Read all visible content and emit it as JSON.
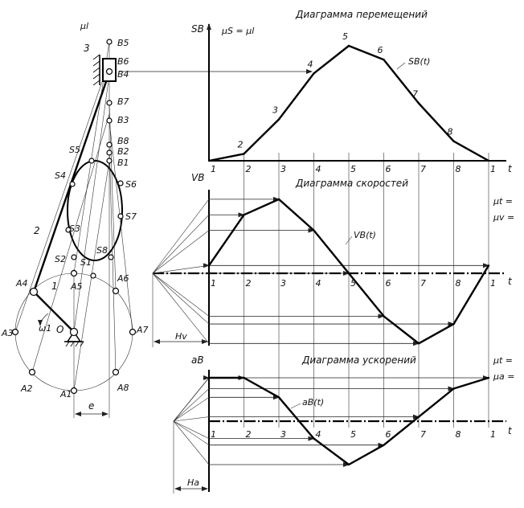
{
  "titles": {
    "displacement": "Диаграмма перемещений",
    "velocity": "Диаграмма скоростей",
    "acceleration": "Диаграмма ускорений"
  },
  "scales": {
    "mu_l": "μl",
    "mu_s_eq": "μS = μl",
    "mu_t_1": "μt =",
    "mu_v": "μv =",
    "mu_t_2": "μt =",
    "mu_a": "μa ="
  },
  "axes": {
    "s_b": "SB",
    "v_b": "VB",
    "a_b": "aB",
    "t": "t",
    "h_v": "Hv",
    "h_a": "Ha"
  },
  "curve_labels": {
    "s": "SB(t)",
    "v": "VB(t)",
    "a": "aB(t)"
  },
  "ticks": [
    "1",
    "2",
    "3",
    "4",
    "5",
    "6",
    "7",
    "8",
    "1"
  ],
  "curve_points": [
    "2",
    "3",
    "4",
    "5",
    "6",
    "7",
    "8"
  ],
  "mechanism": {
    "links": [
      "1",
      "2",
      "3"
    ],
    "omega": "ω1",
    "origin": "O",
    "offset": "e",
    "crank_points": [
      "A1",
      "A2",
      "A3",
      "A4",
      "A5",
      "A6",
      "A7",
      "A8"
    ],
    "slider_points": [
      "B1",
      "B2",
      "B3",
      "B4",
      "B5",
      "B6",
      "B7",
      "B8"
    ],
    "coupler_points": [
      "S1",
      "S2",
      "S3",
      "S4",
      "S5",
      "S6",
      "S7",
      "S8"
    ]
  },
  "chart_data": [
    {
      "type": "line",
      "title": "Диаграмма перемещений",
      "xlabel": "t",
      "ylabel": "SB",
      "categories": [
        "1",
        "2",
        "3",
        "4",
        "5",
        "6",
        "7",
        "8",
        "1"
      ],
      "series": [
        {
          "name": "SB(t)",
          "values": [
            0,
            0.06,
            0.36,
            0.76,
            1.0,
            0.88,
            0.5,
            0.17,
            0
          ]
        }
      ]
    },
    {
      "type": "line",
      "title": "Диаграмма скоростей",
      "xlabel": "t",
      "ylabel": "VB",
      "categories": [
        "1",
        "2",
        "3",
        "4",
        "5",
        "6",
        "7",
        "8",
        "1"
      ],
      "series": [
        {
          "name": "VB(t)",
          "values": [
            0.1,
            0.75,
            0.95,
            0.55,
            0.0,
            -0.55,
            -0.9,
            -0.65,
            0.1
          ]
        }
      ]
    },
    {
      "type": "line",
      "title": "Диаграмма ускорений",
      "xlabel": "t",
      "ylabel": "aB",
      "categories": [
        "1",
        "2",
        "3",
        "4",
        "5",
        "6",
        "7",
        "8",
        "1"
      ],
      "series": [
        {
          "name": "aB(t)",
          "values": [
            1.0,
            1.0,
            0.55,
            -0.4,
            -1.0,
            -0.55,
            0.1,
            0.75,
            1.0
          ]
        }
      ]
    }
  ]
}
